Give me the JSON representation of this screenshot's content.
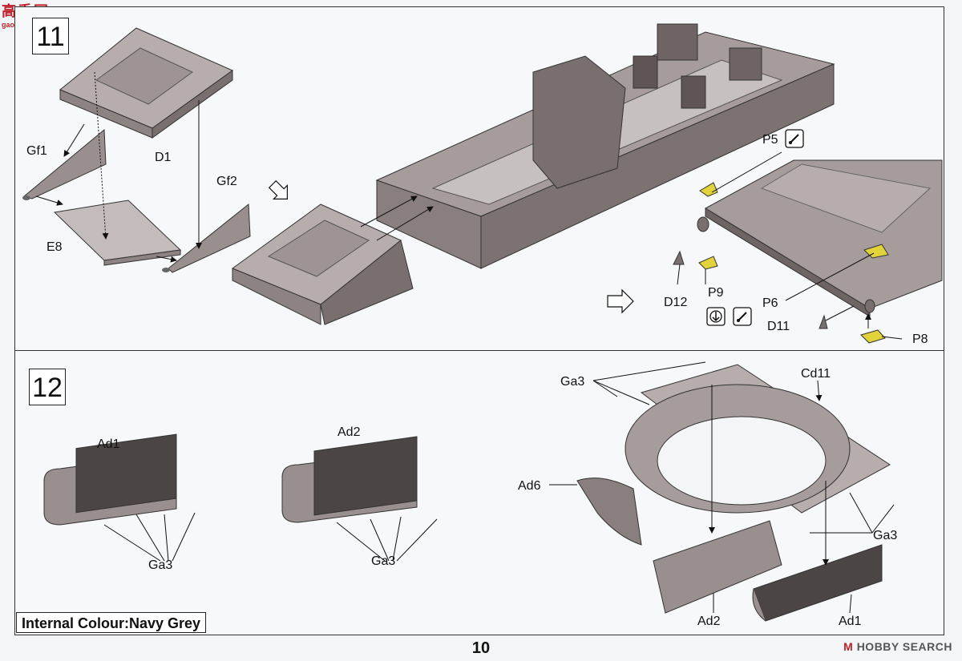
{
  "watermark_top": {
    "name": "高手网",
    "url": "gao-shou.com"
  },
  "step11": {
    "number": "11"
  },
  "step12": {
    "number": "12"
  },
  "labels11": {
    "gf1": "Gf1",
    "d1": "D1",
    "gf2": "Gf2",
    "e8": "E8",
    "p5": "P5",
    "p6": "P6",
    "p9": "P9",
    "d12": "D12",
    "d11": "D11",
    "p8": "P8"
  },
  "labels12": {
    "ad1_left": "Ad1",
    "ga3_left": "Ga3",
    "ad2_mid": "Ad2",
    "ga3_mid": "Ga3",
    "ga3_top": "Ga3",
    "cd11": "Cd11",
    "ad6": "Ad6",
    "ga3_right": "Ga3",
    "ad2_bottom": "Ad2",
    "ad1_bottom": "Ad1"
  },
  "icons": {
    "bend": "bend-icon",
    "fold_down": "fold-down-icon",
    "arrow": "next-arrow-icon"
  },
  "internal_colour": "Internal Colour:Navy Grey",
  "page_number": "10",
  "watermark_bottom": {
    "mark": "M",
    "text": "HOBBY SEARCH"
  },
  "colors": {
    "part_fill": "#9a8f8f",
    "part_dark": "#6f6464",
    "part_light": "#c9c2c2",
    "etch": "#e2d33a",
    "line": "#111111"
  }
}
